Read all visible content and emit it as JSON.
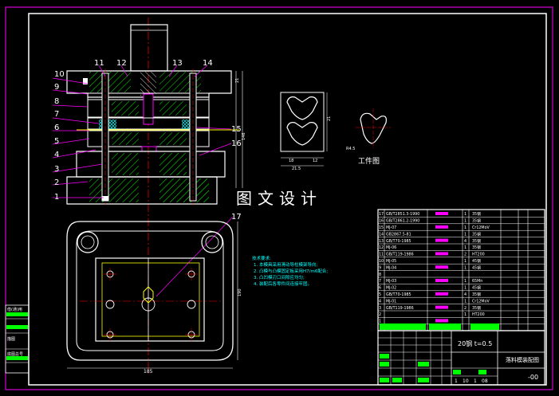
{
  "drawing": {
    "watermark": "图文设计",
    "top_view_part_numbers": [
      "11",
      "12",
      "13",
      "14"
    ],
    "left_part_numbers": [
      "10",
      "9",
      "8",
      "7",
      "6",
      "5",
      "4",
      "3",
      "2",
      "1"
    ],
    "right_part_numbers": [
      "15",
      "16"
    ],
    "bottom_part_number": "17",
    "workpiece_label": "工件图",
    "tech_notes": [
      "技术要求:",
      "1. 本模具采用滑动导柱模架导向;",
      "2. 凸模与凸模固定板采用H7/m6配合;",
      "3. 凸凹模刃口间隙应均匀;",
      "4. 装配后各零件间连接牢固。"
    ],
    "dimensions": {
      "d1": "21",
      "d2": "146",
      "d3": "18",
      "d4": "12",
      "d5": "21.5",
      "d6": "R4.5",
      "d7": "185",
      "d8": "190"
    }
  },
  "bom_rows": [
    {
      "no": "17",
      "code": "GB/T2851.3-1990",
      "qty": "1",
      "material": "35钢"
    },
    {
      "no": "16",
      "code": "GB/T2861.2-1990",
      "qty": "1",
      "material": "35钢"
    },
    {
      "no": "15",
      "code": "MJ-07",
      "qty": "1",
      "material": "Cr12MoV"
    },
    {
      "no": "14",
      "code": "GB2867.5-81",
      "qty": "1",
      "material": "35钢"
    },
    {
      "no": "13",
      "code": "GB/T70-1985",
      "qty": "4",
      "material": "35钢"
    },
    {
      "no": "12",
      "code": "MJ-06",
      "qty": "1",
      "material": "35钢"
    },
    {
      "no": "11",
      "code": "GB/T119-1986",
      "qty": "2",
      "material": "HT200"
    },
    {
      "no": "10",
      "code": "MJ-05",
      "qty": "1",
      "material": "45钢"
    },
    {
      "no": "9",
      "code": "MJ-04",
      "qty": "1",
      "material": "45钢"
    },
    {
      "no": "8",
      "code": "",
      "qty": "",
      "material": ""
    },
    {
      "no": "7",
      "code": "MJ-03",
      "qty": "1",
      "material": "65Mn"
    },
    {
      "no": "6",
      "code": "MJ-02",
      "qty": "1",
      "material": "45钢"
    },
    {
      "no": "5",
      "code": "GB/T70-1985",
      "qty": "4",
      "material": "35钢"
    },
    {
      "no": "4",
      "code": "MJ-01",
      "qty": "1",
      "material": "Cr12MoV"
    },
    {
      "no": "3",
      "code": "GB/T119-1986",
      "qty": "2",
      "material": "35钢"
    },
    {
      "no": "2",
      "code": "",
      "qty": "1",
      "material": "HT200"
    },
    {
      "no": "1",
      "code": "",
      "qty": "",
      "material": ""
    }
  ],
  "title_block": {
    "material_spec": "20钢 t=0.5",
    "drawing_name": "落料模装配图",
    "drawing_code": "-00",
    "scale_cells": [
      "1",
      "10",
      "1",
      "08"
    ]
  },
  "left_strip": [
    "借(通)用",
    "描图",
    "底图总号"
  ],
  "colors": {
    "outline": "#ffffff",
    "part": "#ffff00",
    "hatch": "#00ff00",
    "center": "#ff0000",
    "dim": "#00ffff",
    "leader": "#ff00ff"
  }
}
